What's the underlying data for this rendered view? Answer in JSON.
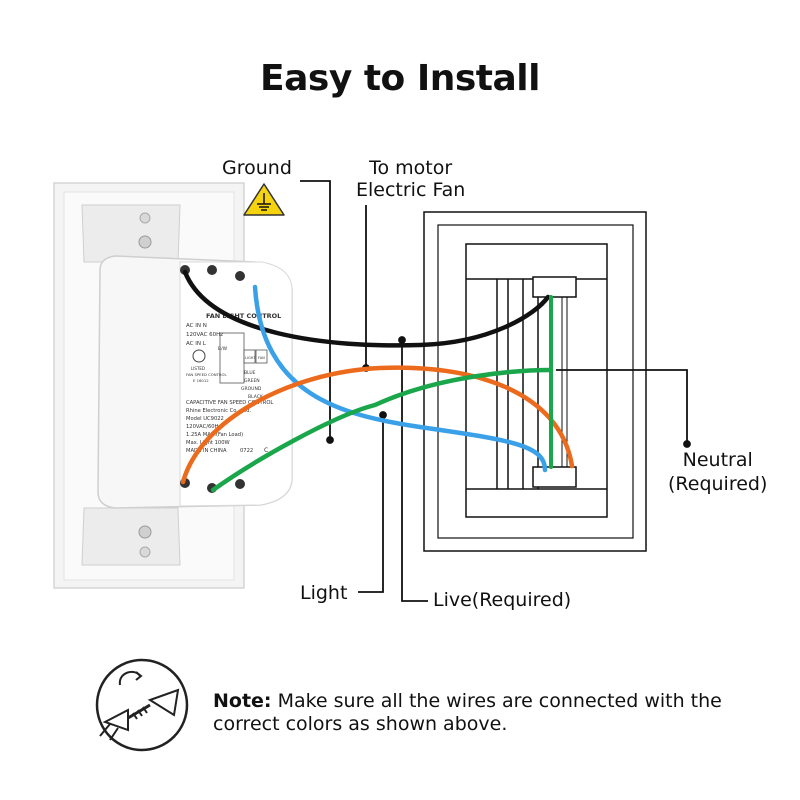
{
  "title": "Easy to Install",
  "labels": {
    "ground": "Ground",
    "motor_line1": "To motor",
    "motor_line2": "Electric Fan",
    "neutral_line1": "Neutral",
    "neutral_line2": "(Required)",
    "light": "Light",
    "live": "Live(Required)"
  },
  "device_text": {
    "header": "FAN LIGHT CONTROL",
    "ac_in_n": "AC IN N",
    "rating": "120VAC 60Hz",
    "ac_in_l": "AC IN L",
    "bw": "B/W",
    "listed": "LISTED",
    "fan_speed": "FAN SPEED CONTROL",
    "e_num": "E 16012",
    "blue": "BLUE",
    "green": "GREEN",
    "ground": "GROUND",
    "black": "BLACK",
    "line1": "CAPACITIVE FAN SPEED CONTROL",
    "line2": "Rhine Electronic Co., Ltd.",
    "line3": "Model UC9022",
    "line4": "120VAC/60Hz",
    "line5": "1.25A MAX.(Fan Load)",
    "line6": "Max. Light 100W",
    "line7": "MADE IN CHINA",
    "code": "0722",
    "c": "C",
    "light_box": "LIGHT",
    "fan_box": "FAN"
  },
  "note": {
    "bold": "Note:",
    "text": " Make sure all the wires are connected with the correct colors as shown above."
  },
  "icons": {
    "ground_warning": "ground-warning-icon",
    "wire_twist": "wire-twist-icon"
  },
  "colors": {
    "wire_black": "#111111",
    "wire_blue": "#3aa0e8",
    "wire_orange": "#ec6a1c",
    "wire_green": "#1aa64a",
    "warning_yellow": "#f5d30f"
  }
}
